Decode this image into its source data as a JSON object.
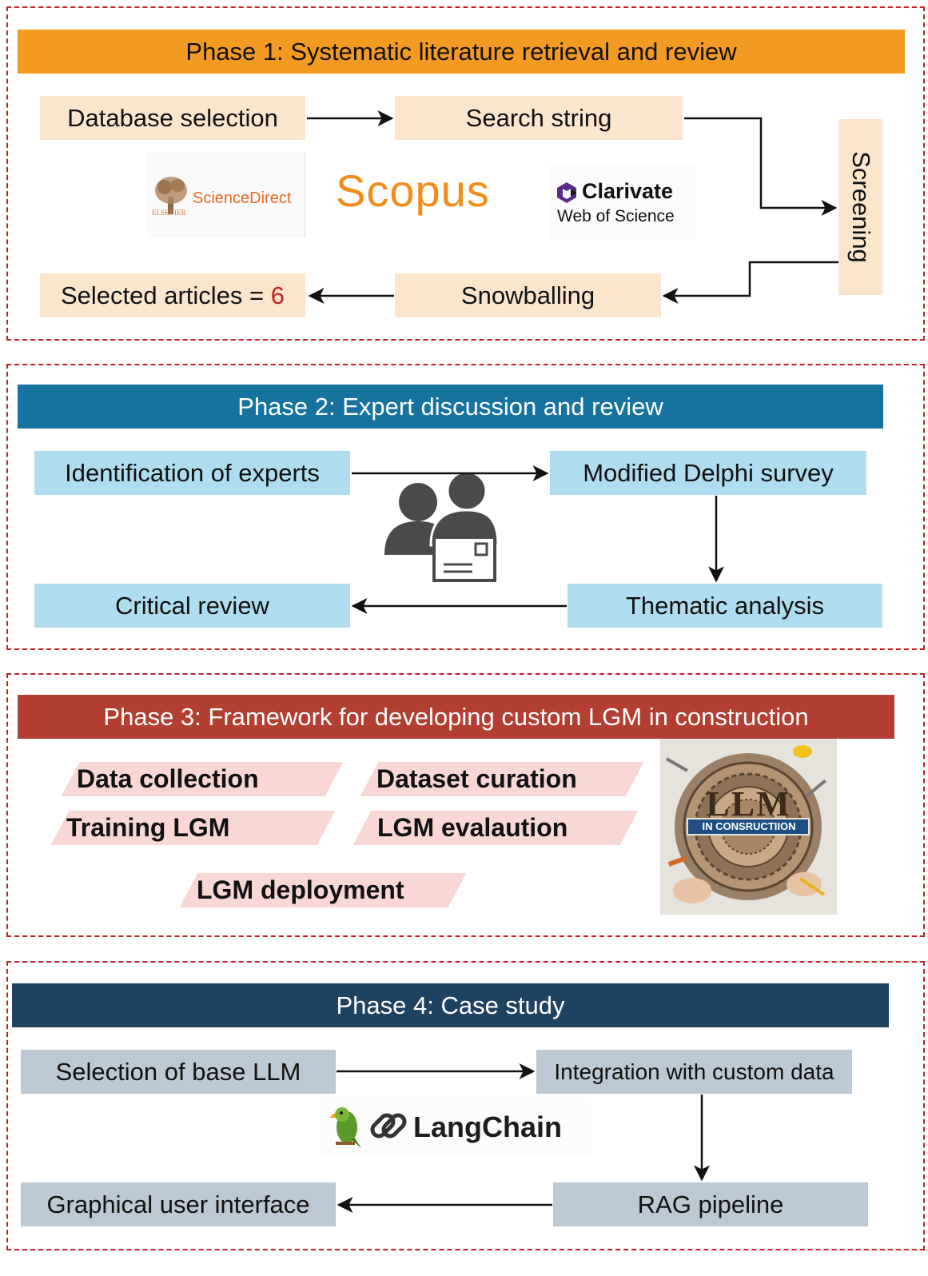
{
  "phase1": {
    "title": "Phase 1: Systematic literature retrieval and review",
    "color": "#f39a23",
    "database_selection": "Database selection",
    "search_string": "Search string",
    "screening": "Screening",
    "snowballing": "Snowballing",
    "selected_articles_prefix": "Selected articles = ",
    "selected_articles_count": "6",
    "count_color": "#c8201e",
    "logos": {
      "sciencedirect": {
        "publisher": "ELSEVIER",
        "name": "ScienceDirect"
      },
      "scopus": {
        "name": "Scopus"
      },
      "clarivate": {
        "name": "Clarivate",
        "sub": "Web of Science"
      }
    }
  },
  "phase2": {
    "title": "Phase 2: Expert discussion and review",
    "color": "#16729e",
    "identification": "Identification of experts",
    "delphi": "Modified Delphi survey",
    "thematic": "Thematic analysis",
    "critical": "Critical review",
    "icon": "experts-survey-icon"
  },
  "phase3": {
    "title": "Phase 3: Framework for developing custom LGM in construction",
    "color": "#b33e32",
    "items": {
      "data_collection": "Data collection",
      "dataset_curation": "Dataset curation",
      "training": "Training LGM",
      "evaluation": "LGM evalaution",
      "deployment": "LGM deployment"
    },
    "image": {
      "big": "LLM",
      "banner": "IN CONSRUCTIION"
    }
  },
  "phase4": {
    "title": "Phase 4: Case study",
    "color": "#1f4260",
    "base_llm": "Selection of base LLM",
    "integration": "Integration with custom data",
    "rag": "RAG pipeline",
    "gui": "Graphical user interface",
    "langchain": "LangChain"
  }
}
